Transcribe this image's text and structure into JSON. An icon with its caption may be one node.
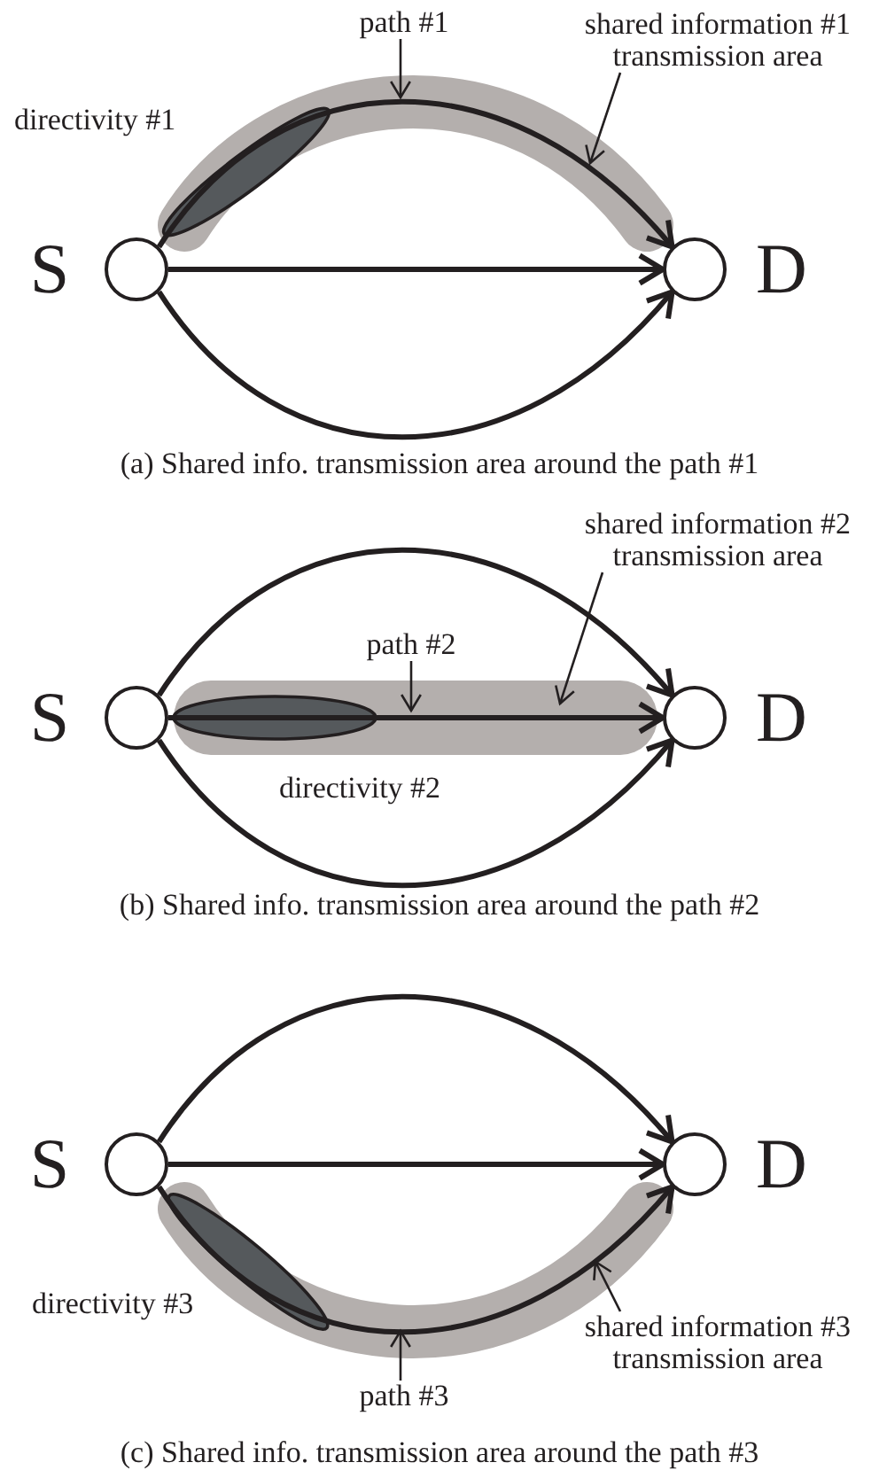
{
  "diagram": {
    "nodes": [
      {
        "text": [
          "S"
        ]
      },
      {
        "text": [
          "D"
        ]
      },
      {
        "text": [
          "path #1"
        ]
      },
      {
        "text": [
          "shared information #1 transmission area"
        ]
      },
      {
        "text": [
          "S"
        ]
      },
      {
        "text": [
          "D"
        ]
      },
      {
        "text": [
          "path #2"
        ]
      },
      {
        "text": [
          "shared information #2 transmission area"
        ]
      },
      {
        "text": [
          "S"
        ]
      },
      {
        "text": [
          "D"
        ]
      },
      {
        "text": [
          "path #3"
        ]
      },
      {
        "text": [
          "shared information #3 transmission area"
        ]
      }
    ],
    "edges": [
      {
        "from": 0,
        "to": 1,
        "arrow": "to"
      },
      {
        "from": 0,
        "to": 1,
        "arrow": "to"
      },
      {
        "from": 0,
        "to": 1,
        "arrow": "to"
      },
      {
        "from": 2,
        "to": null,
        "arrow": "to"
      },
      {
        "from": 3,
        "to": null,
        "arrow": "to"
      },
      {
        "from": 4,
        "to": 5,
        "arrow": "to"
      },
      {
        "from": 4,
        "to": 5,
        "arrow": "to"
      },
      {
        "from": 4,
        "to": 5,
        "arrow": "to"
      },
      {
        "from": 6,
        "to": null,
        "arrow": "to"
      },
      {
        "from": 7,
        "to": null,
        "arrow": "to"
      },
      {
        "from": 8,
        "to": 9,
        "arrow": "to"
      },
      {
        "from": 8,
        "to": 9,
        "arrow": "to"
      },
      {
        "from": 8,
        "to": 9,
        "arrow": "to"
      },
      {
        "from": 10,
        "to": null,
        "arrow": "to"
      },
      {
        "from": 11,
        "to": null,
        "arrow": "to"
      }
    ],
    "labels": [
      "directivity #1",
      "(a) Shared info. transmission area around the path #1",
      "directivity #2",
      "(b) Shared info. transmission area around the path #2",
      "directivity #3",
      "(c) Shared info. transmission area around the path #3"
    ]
  }
}
